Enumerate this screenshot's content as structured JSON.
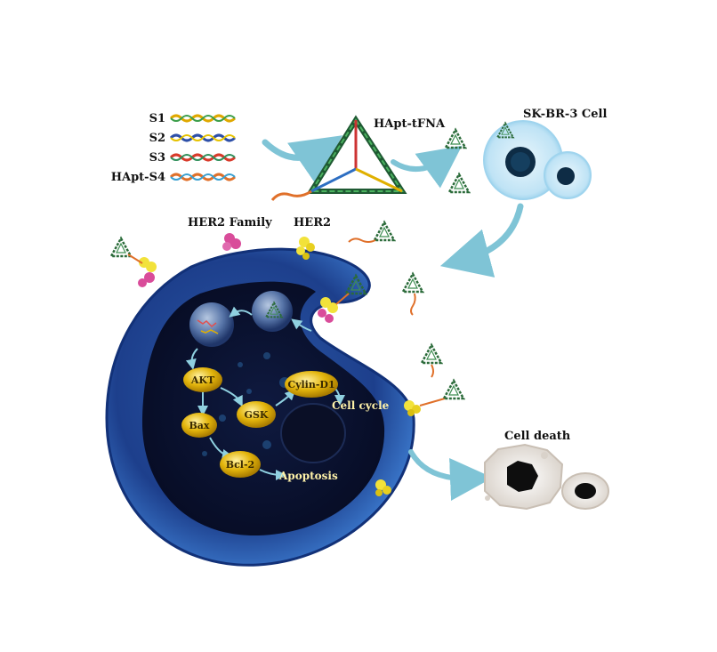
{
  "strands": [
    {
      "label": "S1"
    },
    {
      "label": "S2"
    },
    {
      "label": "S3"
    },
    {
      "label": "HApt-S4"
    }
  ],
  "labels": {
    "tfna": "HApt-tFNA",
    "skbr3": "SK-BR-3 Cell",
    "her2_family": "HER2 Family",
    "her2": "HER2",
    "cell_death": "Cell death"
  },
  "pathway": {
    "nodes": [
      "AKT",
      "Bax",
      "GSK",
      "Cylin-D1",
      "Bcl-2"
    ],
    "outcomes": {
      "cell_cycle": "Cell cycle",
      "apoptosis": "Apoptosis"
    }
  },
  "colors": {
    "cell_dark": "#1d3f8c",
    "cell_light": "#5b9be0",
    "nucleus": "#0e1535",
    "arrow": "#7fc4d6",
    "node_fill": "#e3b50c",
    "receptor_yellow": "#f2e23a",
    "receptor_pink": "#d94c9a",
    "tfna_green": "#2b6b3a"
  }
}
